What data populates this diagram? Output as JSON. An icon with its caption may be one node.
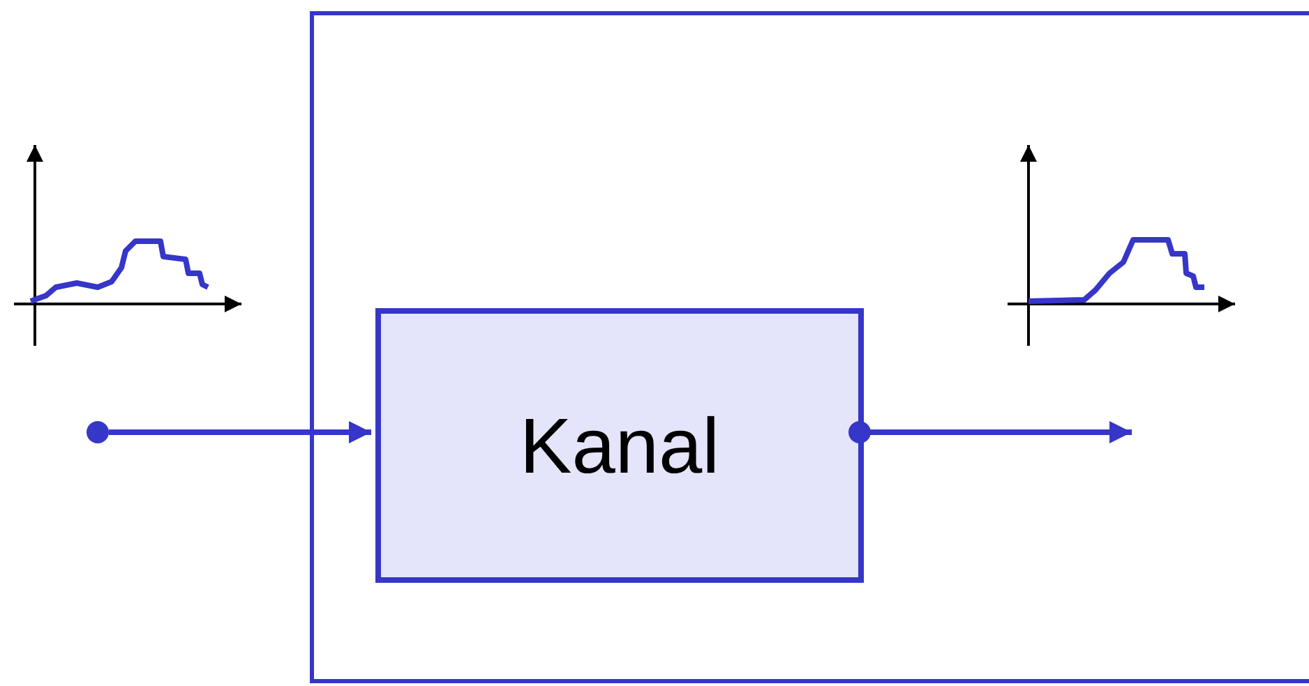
{
  "diagram": {
    "nodes": [
      {
        "text": [],
        "shape": "box"
      },
      {
        "text": [],
        "shape": "circle"
      },
      {
        "text": [
          "Kanal"
        ],
        "in": 0
      }
    ],
    "edges": [
      {
        "from": 1,
        "to": 2,
        "arrow": "to"
      },
      {
        "from": 2,
        "to": null,
        "arrow": "to"
      }
    ]
  }
}
